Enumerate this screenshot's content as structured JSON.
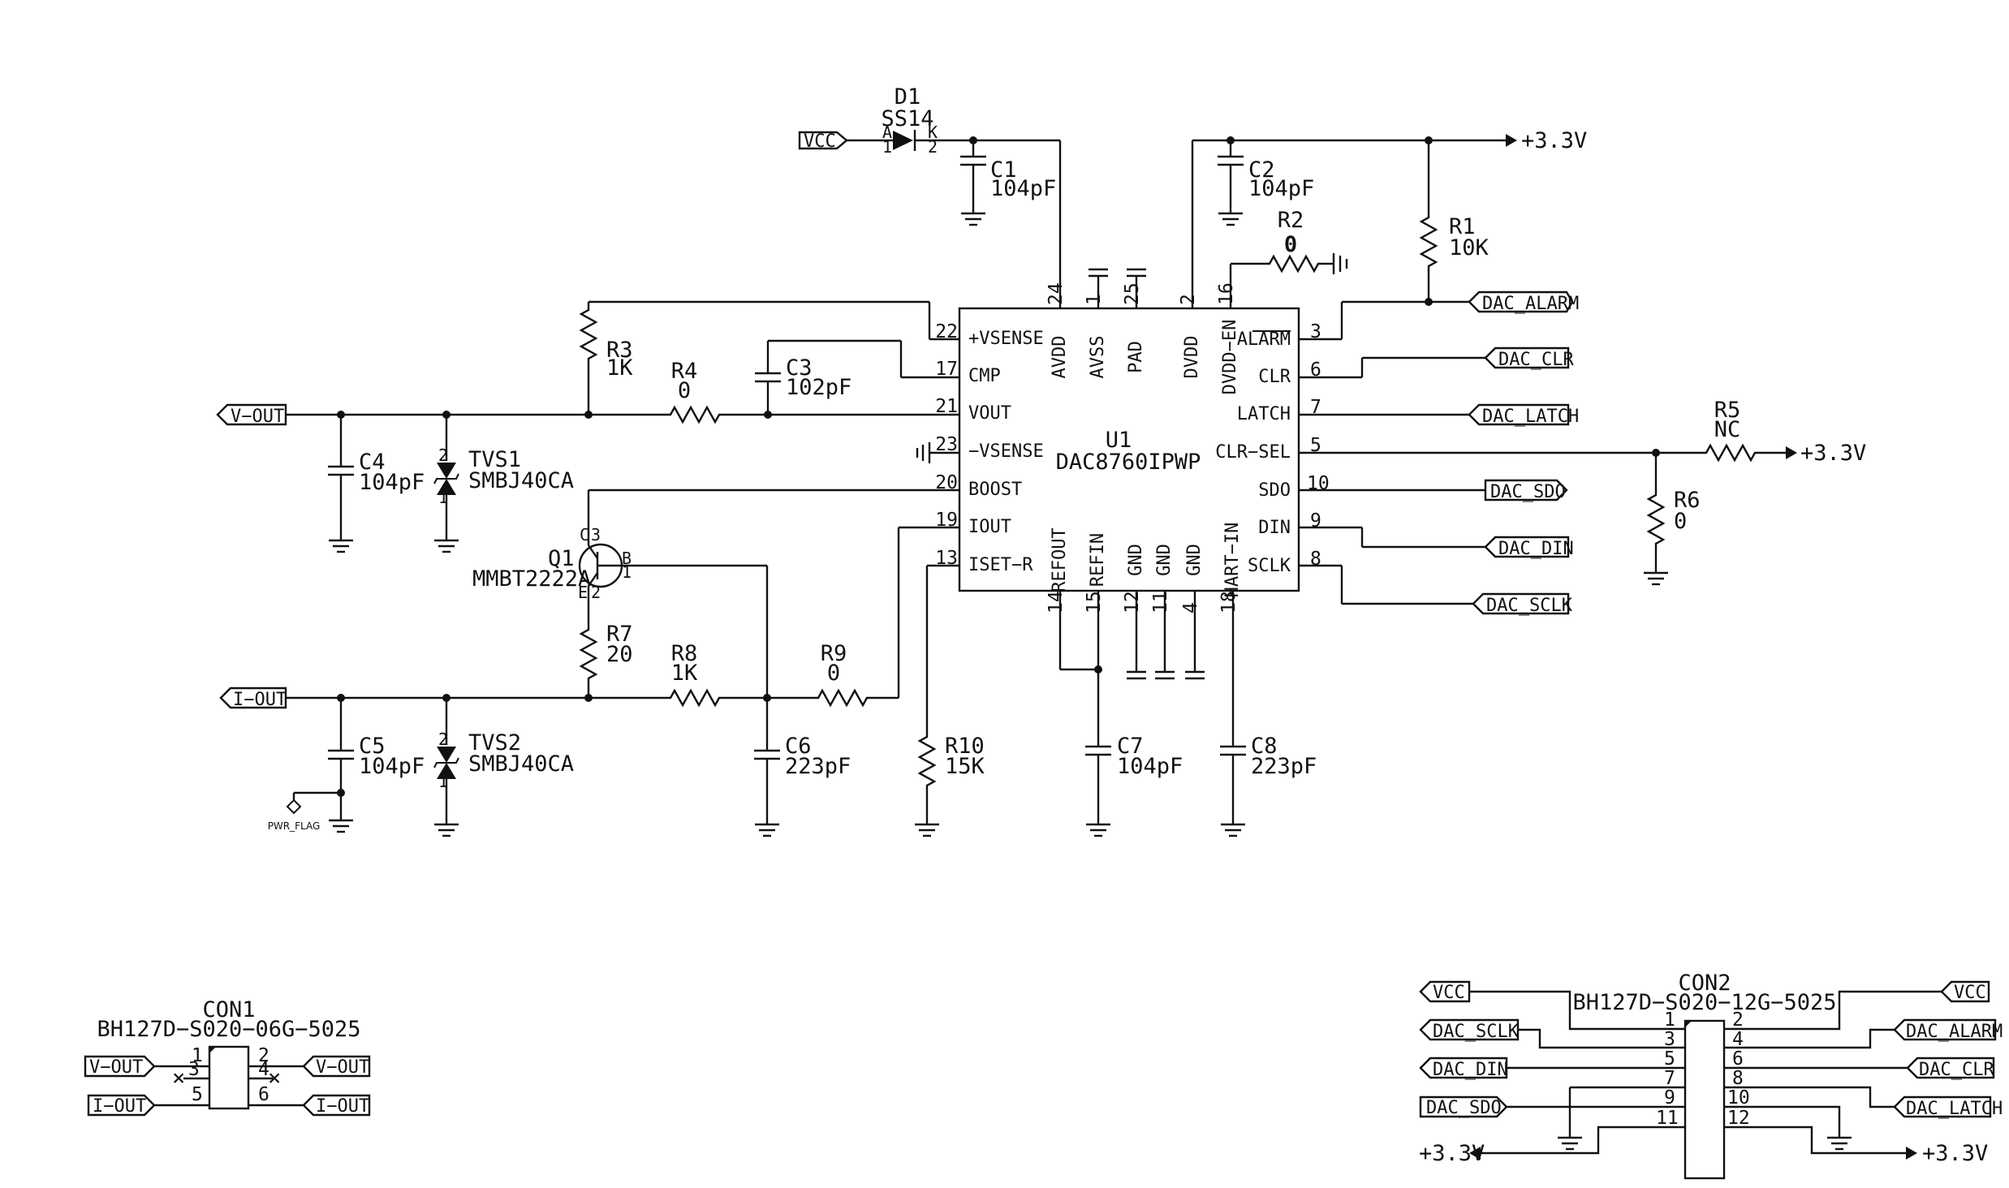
{
  "u1": {
    "ref": "U1",
    "value": "DAC8760IPWP",
    "left_pins": [
      {
        "num": "22",
        "name": "+VSENSE"
      },
      {
        "num": "17",
        "name": "CMP"
      },
      {
        "num": "21",
        "name": "VOUT"
      },
      {
        "num": "23",
        "name": "−VSENSE"
      },
      {
        "num": "20",
        "name": "BOOST"
      },
      {
        "num": "19",
        "name": "IOUT"
      },
      {
        "num": "13",
        "name": "ISET−R"
      }
    ],
    "right_pins": [
      {
        "num": "3",
        "name": "ALARM"
      },
      {
        "num": "6",
        "name": "CLR"
      },
      {
        "num": "7",
        "name": "LATCH"
      },
      {
        "num": "5",
        "name": "CLR−SEL"
      },
      {
        "num": "10",
        "name": "SDO"
      },
      {
        "num": "9",
        "name": "DIN"
      },
      {
        "num": "8",
        "name": "SCLK"
      }
    ],
    "top_pins": [
      {
        "num": "24",
        "name": "AVDD"
      },
      {
        "num": "1",
        "name": "AVSS"
      },
      {
        "num": "25",
        "name": "PAD"
      },
      {
        "num": "2",
        "name": "DVDD"
      },
      {
        "num": "16",
        "name": "DVDD−EN"
      }
    ],
    "bottom_pins": [
      {
        "num": "14",
        "name": "REFOUT"
      },
      {
        "num": "15",
        "name": "REFIN"
      },
      {
        "num": "12",
        "name": "GND"
      },
      {
        "num": "11",
        "name": "GND"
      },
      {
        "num": "4",
        "name": "GND"
      },
      {
        "num": "18",
        "name": "HART−IN"
      }
    ]
  },
  "parts": {
    "d1": {
      "ref": "D1",
      "value": "SS14",
      "pin_a": "A",
      "pin_k": "K",
      "num_a": "1",
      "num_k": "2"
    },
    "c1": {
      "ref": "C1",
      "value": "104pF"
    },
    "c2": {
      "ref": "C2",
      "value": "104pF"
    },
    "c3": {
      "ref": "C3",
      "value": "102pF"
    },
    "c4": {
      "ref": "C4",
      "value": "104pF"
    },
    "c5": {
      "ref": "C5",
      "value": "104pF"
    },
    "c6": {
      "ref": "C6",
      "value": "223pF"
    },
    "c7": {
      "ref": "C7",
      "value": "104pF"
    },
    "c8": {
      "ref": "C8",
      "value": "223pF"
    },
    "r1": {
      "ref": "R1",
      "value": "10K"
    },
    "r2": {
      "ref": "R2",
      "value": "0"
    },
    "r3": {
      "ref": "R3",
      "value": "1K"
    },
    "r4": {
      "ref": "R4",
      "value": "0"
    },
    "r5": {
      "ref": "R5",
      "value": "NC"
    },
    "r6": {
      "ref": "R6",
      "value": "0"
    },
    "r7": {
      "ref": "R7",
      "value": "20"
    },
    "r8": {
      "ref": "R8",
      "value": "1K"
    },
    "r9": {
      "ref": "R9",
      "value": "0"
    },
    "r10": {
      "ref": "R10",
      "value": "15K"
    },
    "tvs1": {
      "ref": "TVS1",
      "value": "SMBJ40CA",
      "p1": "1",
      "p2": "2"
    },
    "tvs2": {
      "ref": "TVS2",
      "value": "SMBJ40CA",
      "p1": "1",
      "p2": "2"
    },
    "q1": {
      "ref": "Q1",
      "value": "MMBT2222A",
      "c": "C",
      "b": "B",
      "e": "E",
      "n_c": "3",
      "n_b": "1",
      "n_e": "2"
    }
  },
  "nets": {
    "vcc": "VCC",
    "v33": "+3.3V",
    "v_out": "V−OUT",
    "i_out": "I−OUT",
    "dac_alarm": "DAC_ALARM",
    "dac_clr": "DAC_CLR",
    "dac_latch": "DAC_LATCH",
    "dac_sdo": "DAC_SDO",
    "dac_din": "DAC_DIN",
    "dac_sclk": "DAC_SCLK",
    "pwr_flag": "PWR_FLAG"
  },
  "con1": {
    "ref": "CON1",
    "value": "BH127D−S020−06G−5025",
    "pins": [
      "1",
      "2",
      "3",
      "4",
      "5",
      "6"
    ]
  },
  "con2": {
    "ref": "CON2",
    "value": "BH127D−S020−12G−5025",
    "pins": [
      "1",
      "2",
      "3",
      "4",
      "5",
      "6",
      "7",
      "8",
      "9",
      "10",
      "11",
      "12"
    ]
  }
}
